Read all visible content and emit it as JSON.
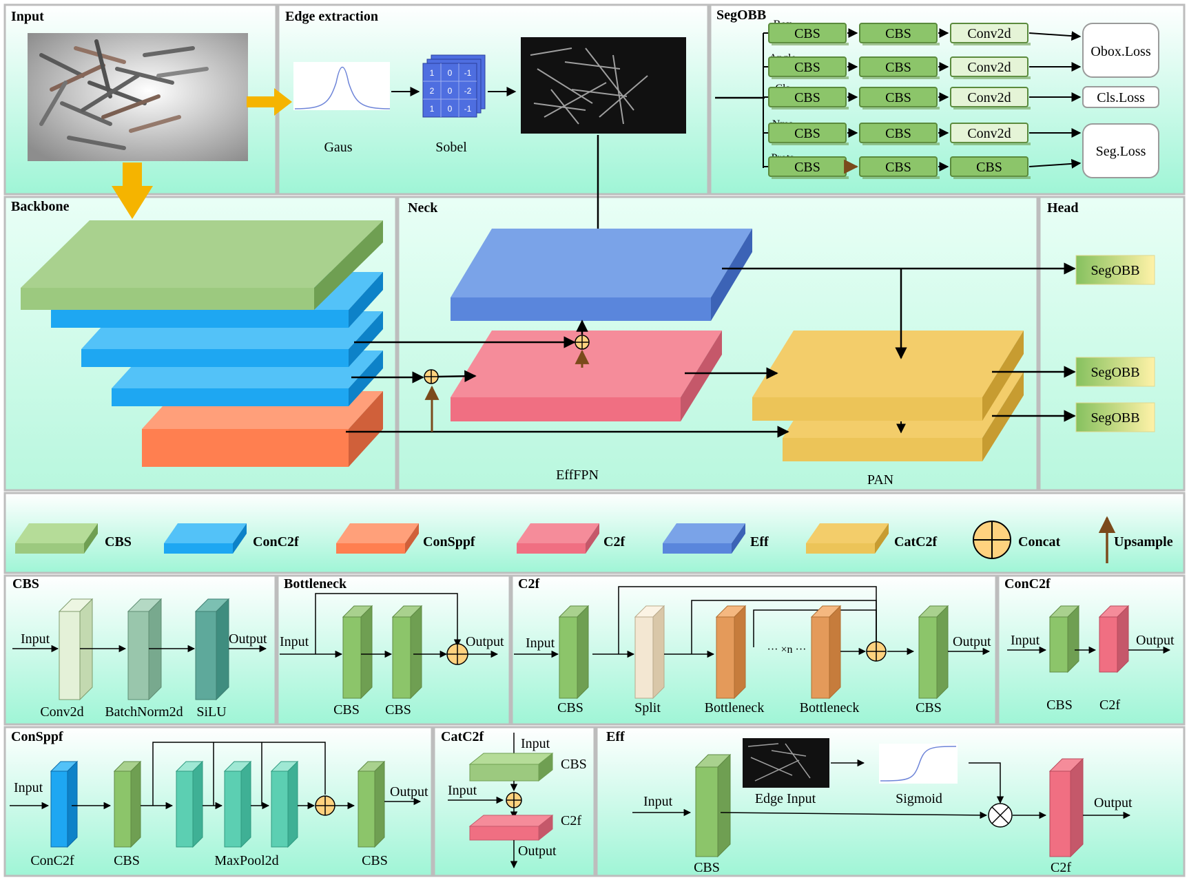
{
  "panels": {
    "input": "Input",
    "edge": "Edge extraction",
    "segobb": "SegOBB",
    "backbone": "Backbone",
    "neck": "Neck",
    "head": "Head",
    "cbs": "CBS",
    "bottleneck": "Bottleneck",
    "c2f": "C2f",
    "conc2f": "ConC2f",
    "consppf": "ConSppf",
    "catc2f": "CatC2f",
    "eff": "Eff"
  },
  "edge": {
    "gaus": "Gaus",
    "sobel": "Sobel",
    "kernel": [
      "1",
      "0",
      "-1",
      "2",
      "0",
      "-2",
      "1",
      "0",
      "-1"
    ]
  },
  "segobb": {
    "branches": [
      {
        "name": "Box",
        "blocks": [
          "CBS",
          "CBS",
          "Conv2d"
        ]
      },
      {
        "name": "Angle",
        "blocks": [
          "CBS",
          "CBS",
          "Conv2d"
        ]
      },
      {
        "name": "Cls",
        "blocks": [
          "CBS",
          "CBS",
          "Conv2d"
        ]
      },
      {
        "name": "Nms",
        "blocks": [
          "CBS",
          "CBS",
          "Conv2d"
        ]
      },
      {
        "name": "Prots",
        "blocks": [
          "CBS",
          "CBS",
          "CBS"
        ]
      }
    ],
    "losses": [
      "Obox.Loss",
      "Cls.Loss",
      "Seg.Loss"
    ]
  },
  "neck": {
    "efffpn": "EffFPN",
    "pan": "PAN"
  },
  "head": {
    "outputs": [
      "SegOBB",
      "SegOBB",
      "SegOBB"
    ]
  },
  "legend": [
    "CBS",
    "ConC2f",
    "ConSppf",
    "C2f",
    "Eff",
    "CatC2f",
    "Concat",
    "Upsample"
  ],
  "cbs_panel": {
    "input": "Input",
    "output": "Output",
    "conv": "Conv2d",
    "bn": "BatchNorm2d",
    "act": "SiLU"
  },
  "bottleneck_panel": {
    "input": "Input",
    "output": "Output",
    "b1": "CBS",
    "b2": "CBS"
  },
  "c2f_panel": {
    "input": "Input",
    "output": "Output",
    "cbs1": "CBS",
    "split": "Split",
    "bn1": "Bottleneck",
    "dots": "··· ×n ···",
    "bn2": "Bottleneck",
    "cbs2": "CBS"
  },
  "conc2f_panel": {
    "input": "Input",
    "output": "Output",
    "cbs": "CBS",
    "c2f": "C2f"
  },
  "consppf_panel": {
    "input": "Input",
    "output": "Output",
    "conc2f": "ConC2f",
    "cbs1": "CBS",
    "maxpool": "MaxPool2d",
    "cbs2": "CBS"
  },
  "catc2f_panel": {
    "input1": "Input",
    "input2": "Input",
    "output": "Output",
    "cbs": "CBS",
    "c2f": "C2f"
  },
  "eff_panel": {
    "input": "Input",
    "output": "Output",
    "edge_input": "Edge Input",
    "sigmoid": "Sigmoid",
    "cbs": "CBS",
    "c2f": "C2f"
  },
  "colors": {
    "cbs": "#a9d18e",
    "conc2f": "#29b0f5",
    "consppf": "#ff8a5c",
    "c2f": "#f0788a",
    "eff": "#6f98e3",
    "catc2f": "#f0c85e",
    "green_block": "#8cc56a",
    "upsample": "#7b4a1b",
    "concat": "#ffd27f"
  }
}
